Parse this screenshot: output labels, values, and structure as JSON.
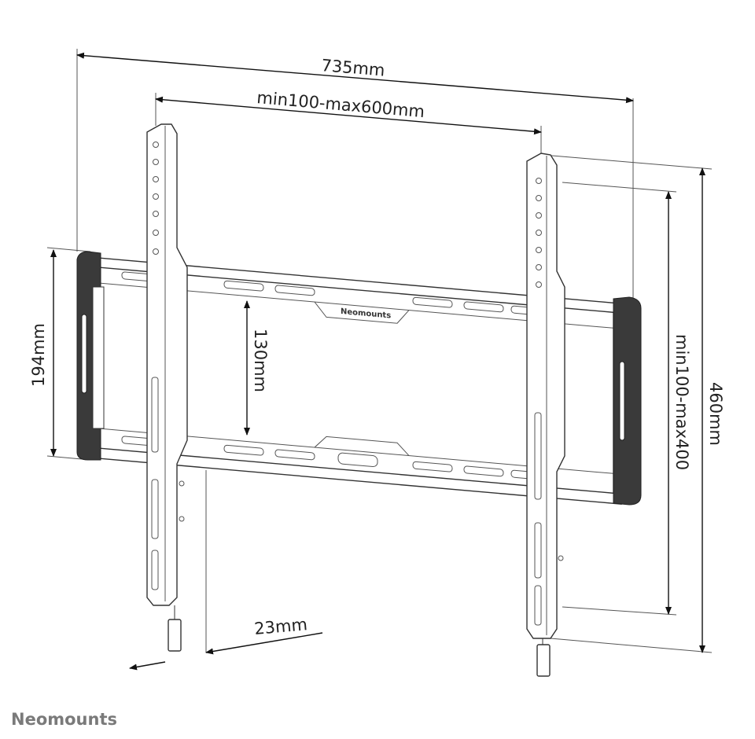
{
  "dimensions": {
    "total_width": "735mm",
    "horizontal_vesa": "min100-max600mm",
    "rail_height": "194mm",
    "rail_spacing": "130mm",
    "vertical_vesa": "min100-max400",
    "total_height": "460mm",
    "wall_distance": "23mm"
  },
  "bar_logo": "Neomounts",
  "brand": "Neomounts",
  "colors": {
    "line": "#333333",
    "cap": "#3a3a3a",
    "brand": "#7a7a7a"
  }
}
